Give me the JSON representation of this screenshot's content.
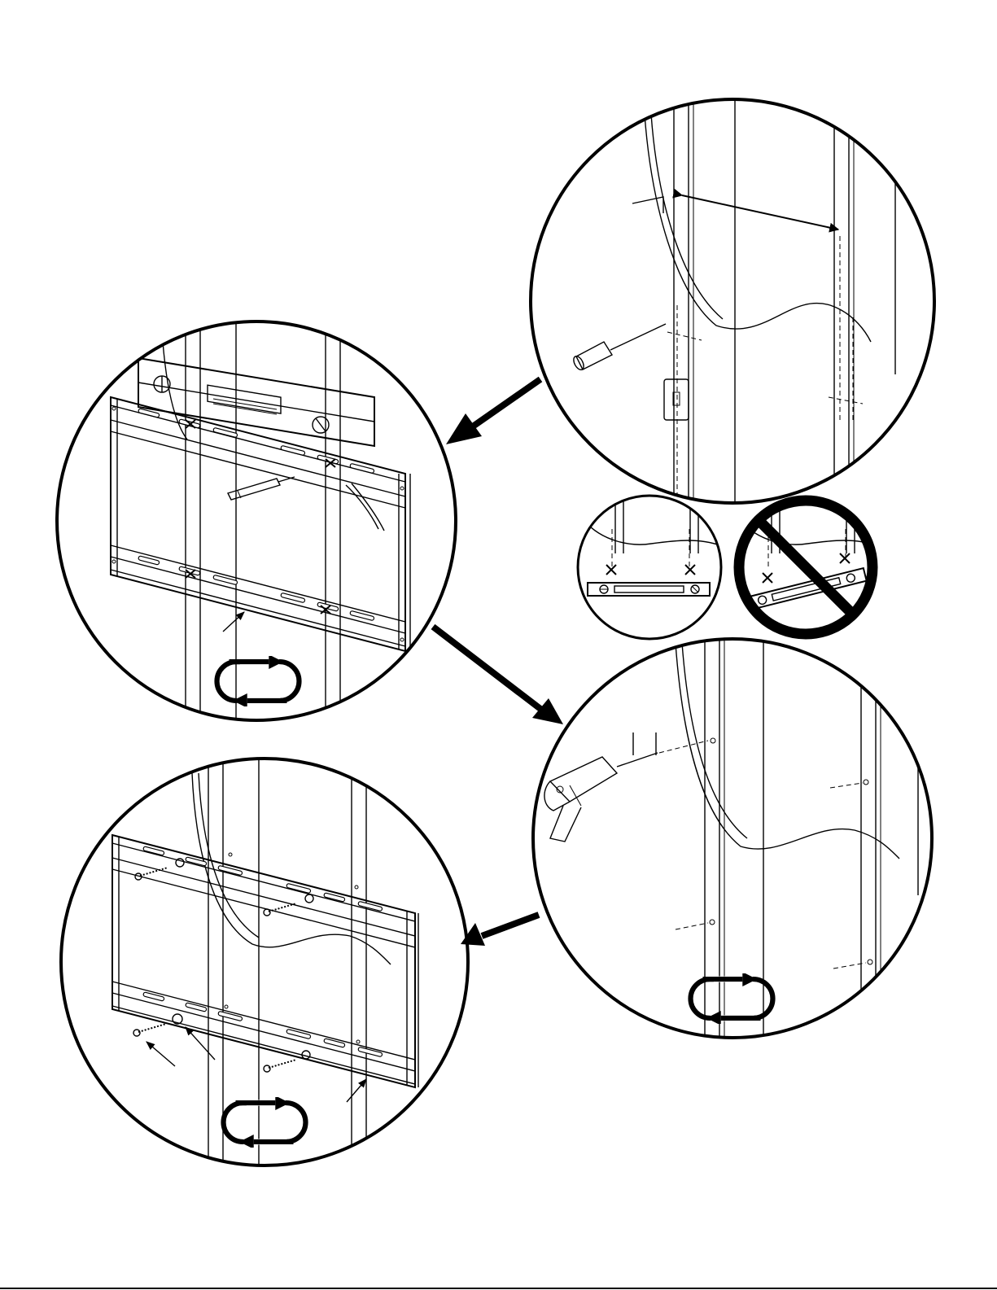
{
  "page": {
    "background": "#ffffff",
    "ink": "#000000"
  },
  "panels": [
    {
      "id": "panel-locate-studs",
      "icon": "screwdriver-icon"
    },
    {
      "id": "panel-level-and-mark",
      "icon": "level-icon"
    },
    {
      "id": "panel-level-correct",
      "icon": "level-icon"
    },
    {
      "id": "panel-level-incorrect",
      "icon": "prohibited-icon"
    },
    {
      "id": "panel-drill-pilot-holes",
      "icon": "drill-icon"
    },
    {
      "id": "panel-attach-wall-plate",
      "icon": "lag-bolt-icon"
    }
  ],
  "icons": {
    "repeat": "repeat-cycle-icon",
    "arrow": "flow-arrow-icon",
    "prohibited": "prohibited-icon"
  }
}
